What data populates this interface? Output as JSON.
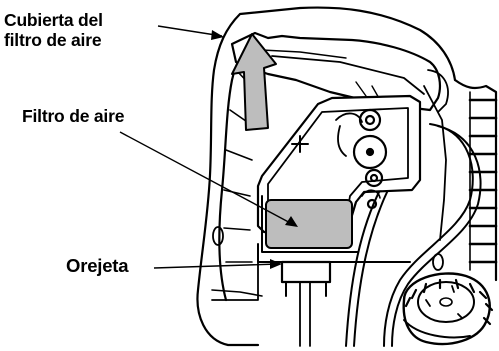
{
  "labels": {
    "cover_line1": "Cubierta del",
    "cover_line2": "filtro de aire",
    "air_filter": "Filtro de aire",
    "tab": "Orejeta"
  },
  "colors": {
    "line": "#000000",
    "fill_gray": "#bdbdbd",
    "background": "#ffffff"
  },
  "icons": {
    "arrow": "up-arrow-icon"
  }
}
